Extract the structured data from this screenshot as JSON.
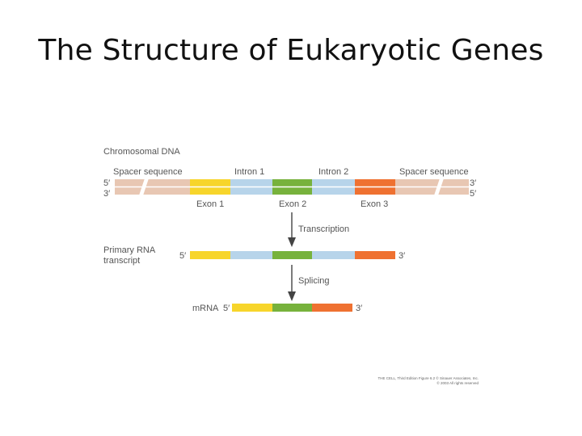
{
  "title": "The Structure of Eukaryotic Genes",
  "labels": {
    "chromosomal_dna": "Chromosomal DNA",
    "spacer_left": "Spacer sequence",
    "spacer_right": "Spacer sequence",
    "intron1": "Intron 1",
    "intron2": "Intron 2",
    "exon1": "Exon 1",
    "exon2": "Exon 2",
    "exon3": "Exon 3",
    "five_prime": "5′",
    "three_prime": "3′",
    "transcription": "Transcription",
    "primary_rna_line1": "Primary RNA",
    "primary_rna_line2": "transcript",
    "splicing": "Splicing",
    "mrna": "mRNA"
  },
  "credit": {
    "line1": "THE CELL, Third Edition Figure 6.2 © Sinauer Associates, Inc.",
    "line2": "© 2003 All rights reserved"
  },
  "colors": {
    "spacer": "#e8c7b3",
    "exon1": "#f7d52b",
    "intron": "#b7d4ea",
    "exon2": "#77b23c",
    "exon3": "#ef7131",
    "arrow": "#444444"
  }
}
